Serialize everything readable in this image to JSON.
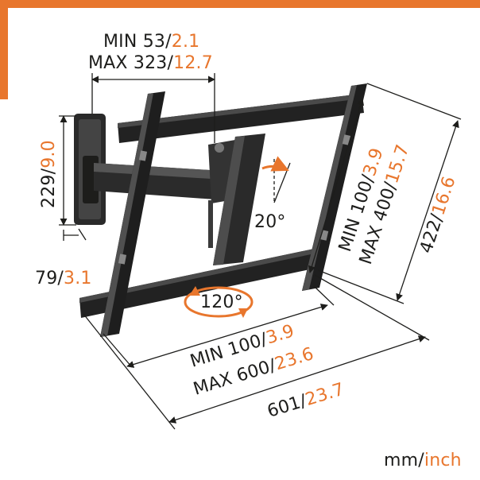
{
  "brand": {
    "accent_color": "#e8762d",
    "ink_color": "#1d1d1b"
  },
  "dimensions": {
    "arm_extension": {
      "min_mm": "MIN 53",
      "min_inch": "2.1",
      "max_mm": "MAX 323",
      "max_inch": "12.7"
    },
    "wall_plate_height": {
      "mm": "229",
      "inch": "9.0"
    },
    "wall_plate_depth": {
      "mm": "79",
      "inch": "3.1"
    },
    "tilt": {
      "value": "20°"
    },
    "swivel": {
      "value": "120°"
    },
    "vertical_hole_spacing": {
      "min_mm": "MIN 100",
      "min_inch": "3.9",
      "max_mm": "MAX 400",
      "max_inch": "15.7"
    },
    "frame_height": {
      "mm": "422",
      "inch": "16.6"
    },
    "horizontal_hole_spacing": {
      "min_mm": "MIN 100",
      "min_inch": "3.9",
      "max_mm": "MAX 600",
      "max_inch": "23.6"
    },
    "frame_width": {
      "mm": "601",
      "inch": "23.7"
    }
  },
  "units": {
    "metric": "mm",
    "imperial": "inch"
  },
  "separator": "/"
}
